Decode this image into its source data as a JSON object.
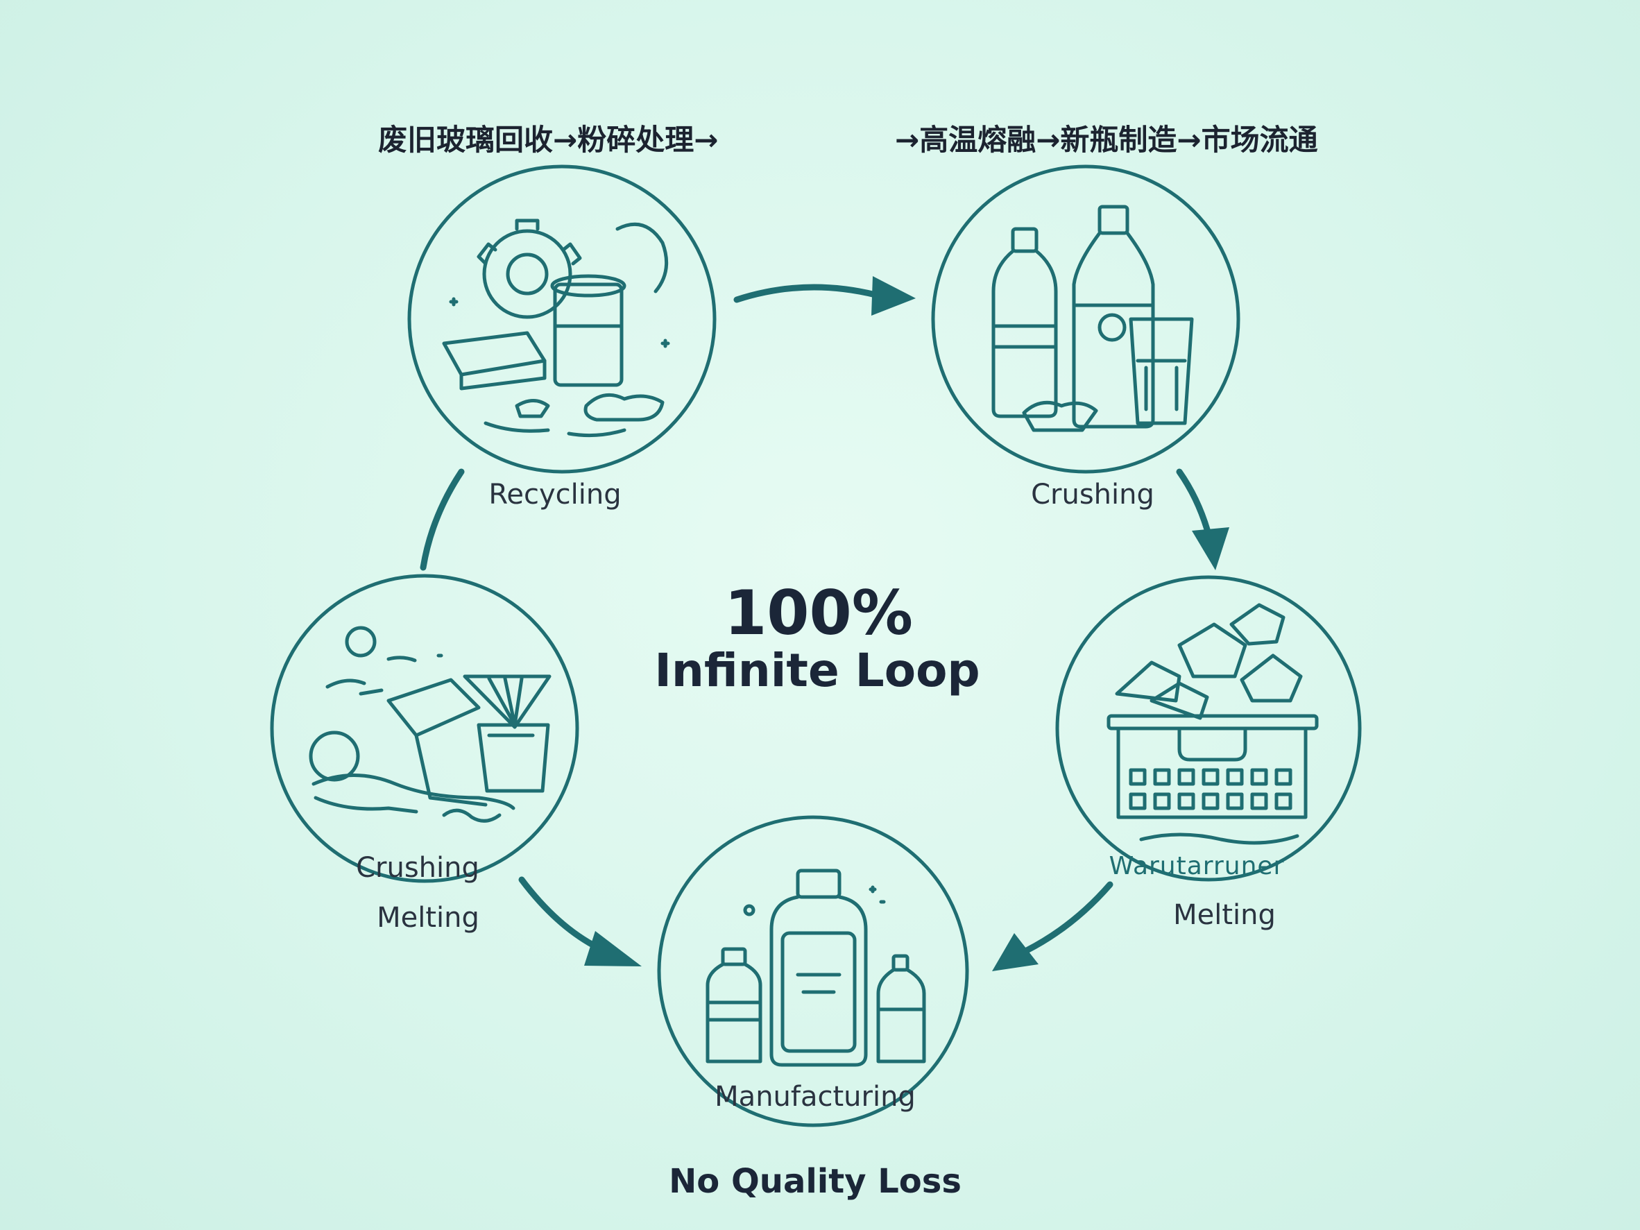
{
  "header": {
    "flow_left": "废旧玻璃回收→粉碎处理→",
    "flow_right": "→高温熔融→新瓶制造→市场流通"
  },
  "center": {
    "percent": "100%",
    "subtitle": "Infinite Loop"
  },
  "stages": {
    "recycling": {
      "label": "Recycling",
      "icon": "recycling-debris-icon"
    },
    "crushing_top": {
      "label": "Crushing",
      "icon": "bottles-glass-icon"
    },
    "melting_right": {
      "label_top": "Warutarruner",
      "label": "Melting",
      "icon": "cullet-basket-icon"
    },
    "manufacturing": {
      "label": "Manufacturing",
      "icon": "new-bottles-icon"
    },
    "crushing_left": {
      "label": "Crushing",
      "label_bottom": "Melting",
      "icon": "broken-glass-icon"
    }
  },
  "footer": {
    "text": "No Quality Loss"
  },
  "colors": {
    "accent": "#1f6e72",
    "background": "#d9f6ec",
    "text": "#1b2638"
  }
}
